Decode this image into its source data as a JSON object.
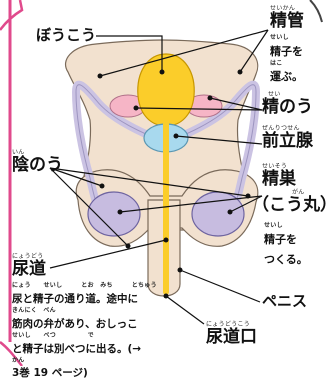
{
  "labels": {
    "bokokou": {
      "text": "ぼうこう"
    },
    "seikan": {
      "ruby": "せいかん",
      "text": "精管"
    },
    "seikan_desc": [
      {
        "ruby": "せいし",
        "text": "精子を"
      },
      {
        "ruby": "はこ",
        "text": "運ぶ。"
      }
    ],
    "seinou": {
      "ruby": "せい",
      "text": "精のう"
    },
    "zenritsusen": {
      "ruby": "ぜんりつせん",
      "text": "前立腺"
    },
    "innou": {
      "ruby": "いん",
      "text": "陰のう"
    },
    "seisou": {
      "ruby": "せいそう",
      "text": "精巣"
    },
    "kougan": {
      "ruby": "がん",
      "text": "（こう丸）"
    },
    "seisou_desc": [
      {
        "ruby": "せいし",
        "text": "精子を"
      },
      {
        "ruby": "",
        "text": "つくる。"
      }
    ],
    "nyoudou": {
      "ruby": "にょうどう",
      "text": "尿道"
    },
    "nyoudou_desc": [
      {
        "ruby": "にょう　　せいし　　　とお　みち　　　とちゅう",
        "text": "尿と精子の通り道。途中に"
      },
      {
        "ruby": "きんにく　べん",
        "text": "筋肉の弁があり、おしっこ"
      },
      {
        "ruby": "せいし　　べつ　　　　　で",
        "text": "と精子は別べつに出る。(→"
      },
      {
        "ruby": "かん",
        "text": "3巻 19 ページ)"
      }
    ],
    "penis": {
      "text": "ペニス"
    },
    "nyoudoukou": {
      "ruby": "にょうどうこう",
      "text": "尿道口"
    }
  },
  "colors": {
    "body_fill": "#f2e1cf",
    "frame_pink": "#e04a8c",
    "bladder": "#fbcd2a",
    "vas_deferens": "#cbc3e3",
    "seminal_vesicle": "#f6b5c6",
    "prostate": "#a8d9ee",
    "testis": "#c7bce0",
    "outline": "#444444"
  }
}
